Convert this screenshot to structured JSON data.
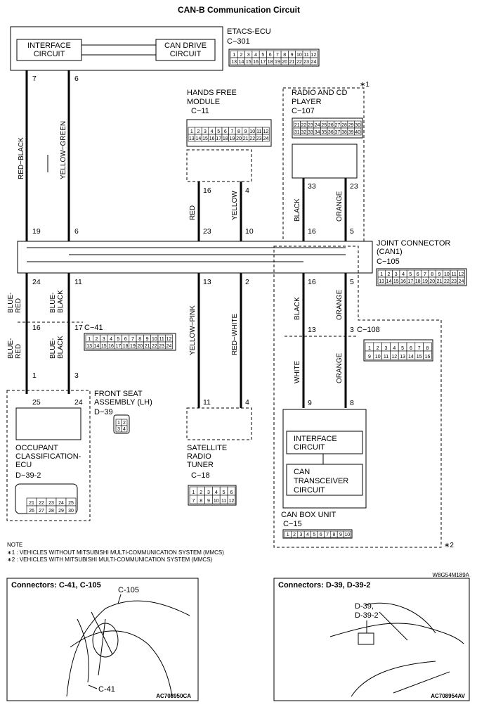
{
  "title": "CAN-B Communication Circuit",
  "etacs": {
    "name": "ETACS-ECU",
    "code": "C−301",
    "interface": [
      "INTERFACE",
      "CIRCUIT"
    ],
    "can_drive": [
      "CAN DRIVE",
      "CIRCUIT"
    ],
    "pin_a": "7",
    "pin_b": "6"
  },
  "hands_free": {
    "name": [
      "HANDS FREE",
      "MODULE"
    ],
    "code": "C−11",
    "pin_a": "16",
    "pin_b": "4"
  },
  "radio": {
    "name": [
      "RADIO AND CD",
      "PLAYER"
    ],
    "code": "C−107",
    "note": "∗1",
    "pin_a": "33",
    "pin_b": "23"
  },
  "joint": {
    "name": [
      "JOINT CONNECTOR",
      "(CAN1)"
    ],
    "code": "C−105",
    "top_pins": [
      "19",
      "6",
      "23",
      "10",
      "16",
      "5"
    ],
    "bottom_pins": [
      "24",
      "11",
      "13",
      "2",
      "16",
      "5"
    ]
  },
  "c41": {
    "code": "C−41",
    "pin_a": "16",
    "pin_b": "17",
    "pin_c": "1",
    "pin_d": "3"
  },
  "c108": {
    "code": "C−108",
    "pin_a": "13",
    "pin_b": "3"
  },
  "wires": {
    "red_black": "RED−BLACK",
    "yellow_green": "YELLOW−GREEN",
    "red": "RED",
    "yellow": "YELLOW",
    "black": "BLACK",
    "orange": "ORANGE",
    "blue_red": [
      "BLUE-",
      "RED"
    ],
    "blue_black": [
      "BLUE-",
      "BLACK"
    ],
    "yellow_pink": "YELLOW−PINK",
    "red_white": "RED−WHITE",
    "white": "WHITE"
  },
  "front_seat": {
    "name": [
      "FRONT SEAT",
      "ASSEMBLY (LH)"
    ],
    "code": "D−39"
  },
  "occupant": {
    "name": [
      "OCCUPANT",
      "CLASSIFICATION-",
      "ECU"
    ],
    "code": "D−39-2",
    "pin_a": "25",
    "pin_b": "24"
  },
  "satellite": {
    "name": [
      "SATELLITE",
      "RADIO",
      "TUNER"
    ],
    "code": "C−18",
    "pin_a": "11",
    "pin_b": "4"
  },
  "canbox": {
    "name": "CAN BOX UNIT",
    "code": "C−15",
    "interface": [
      "INTERFACE",
      "CIRCUIT"
    ],
    "transceiver": [
      "CAN",
      "TRANSCEIVER",
      "CIRCUIT"
    ],
    "pin_a": "9",
    "pin_b": "8",
    "note": "∗2"
  },
  "notes": [
    "NOTE",
    "∗1 : VEHICLES WITHOUT MITSUBISHI MULTI-COMMUNICATION SYSTEM (MMCS)",
    "∗2 : VEHICLES WITH MITSUBISHI MULTI-COMMUNICATION SYSTEM (MMCS)"
  ],
  "figure_id": "W8G54M189A",
  "panel_left": {
    "title": "Connectors: C-41, C-105",
    "label_a": "C-105",
    "label_b": "C-41",
    "code": "AC708950CA"
  },
  "panel_right": {
    "title": "Connectors: D-39, D-39-2",
    "label_a": "D-39,",
    "label_b": "D-39-2",
    "code": "AC708954AV"
  }
}
